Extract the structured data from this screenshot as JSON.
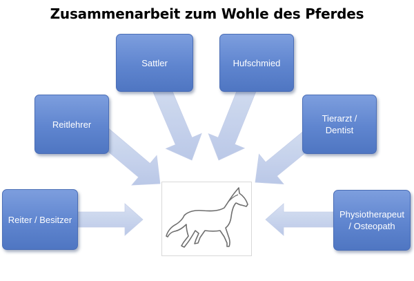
{
  "title": "Zusammenarbeit zum Wohle des Pferdes",
  "colors": {
    "box_fill": "#5f85cf",
    "arrow_fill": "#c6d2ec",
    "title_text": "#000000"
  },
  "center": {
    "icon": "horse-icon"
  },
  "nodes": [
    {
      "id": "reiter",
      "label": "Reiter / Besitzer"
    },
    {
      "id": "reitlehrer",
      "label": "Reitlehrer"
    },
    {
      "id": "sattler",
      "label": "Sattler"
    },
    {
      "id": "hufschmied",
      "label": "Hufschmied"
    },
    {
      "id": "tierarzt",
      "label": "Tierarzt /\nDentist"
    },
    {
      "id": "physio",
      "label": "Physiotherapeut\n/ Osteopath"
    }
  ]
}
